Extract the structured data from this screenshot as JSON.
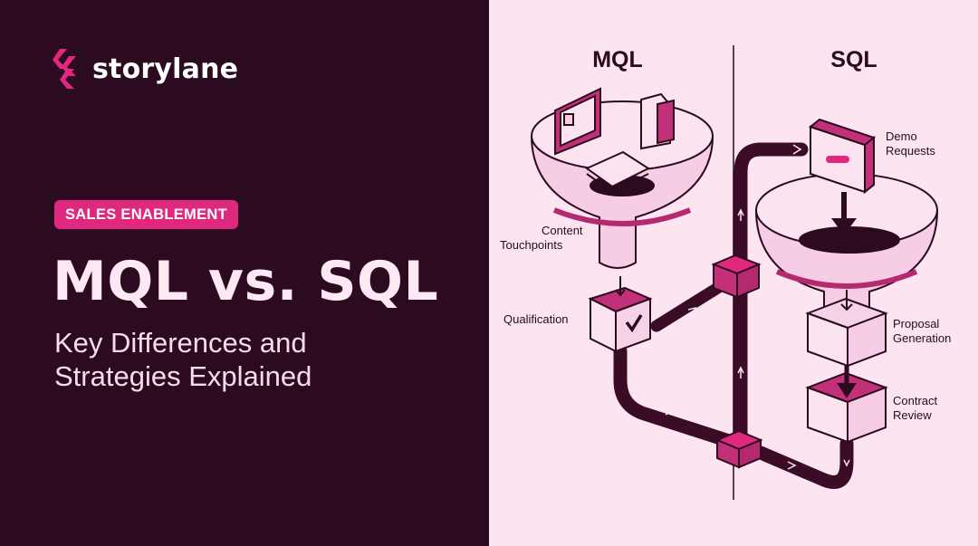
{
  "brand": {
    "name": "storylane",
    "icon": "storylane-logo-icon"
  },
  "badge": "SALES ENABLEMENT",
  "title": "MQL vs. SQL",
  "subtitle": {
    "line1": "Key Differences and",
    "line2": "Strategies Explained"
  },
  "diagram": {
    "left_column": "MQL",
    "right_column": "SQL",
    "labels": {
      "content_touchpoints_1": "Content",
      "content_touchpoints_2": "Touchpoints",
      "qualification": "Qualification",
      "demo_requests_1": "Demo",
      "demo_requests_2": "Requests",
      "proposal_generation_1": "Proposal",
      "proposal_generation_2": "Generation",
      "contract_review_1": "Contract",
      "contract_review_2": "Review"
    }
  },
  "colors": {
    "left_bg": "#2c0a1f",
    "right_bg": "#fce4f1",
    "accent": "#e0287f",
    "dark": "#3a0c25",
    "magenta_box": "#c2307a"
  }
}
